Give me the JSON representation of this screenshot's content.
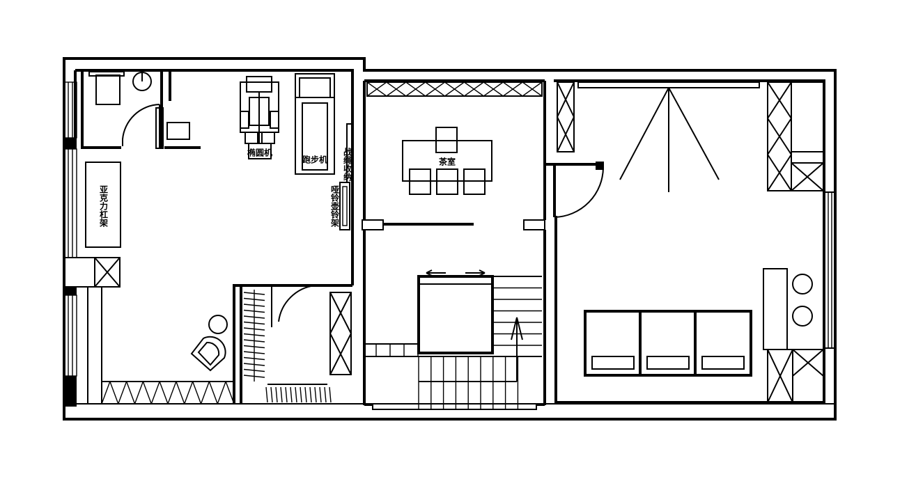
{
  "labels": {
    "elliptical": "椭圆机",
    "treadmill": "跑步机",
    "battle_rope": "战绳收纳",
    "dumbbell_rack": "哑铃壶铃架",
    "tea_room": "茶室",
    "weight_rack": "亚克力杠架"
  }
}
